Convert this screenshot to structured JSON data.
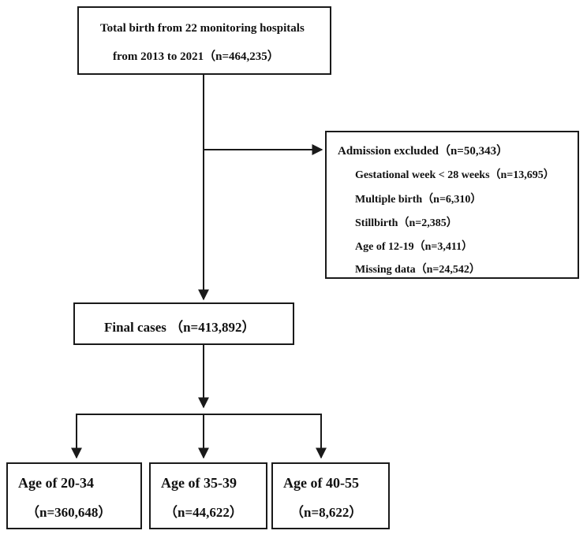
{
  "total": {
    "line1": "Total birth from 22 monitoring hospitals",
    "line2": "from 2013 to 2021（n=464,235）"
  },
  "excluded": {
    "title": "Admission excluded（n=50,343）",
    "items": [
      "Gestational week < 28 weeks（n=13,695）",
      "Multiple birth（n=6,310）",
      "Stillbirth（n=2,385）",
      "Age of 12-19（n=3,411）",
      "Missing data（n=24,542）"
    ]
  },
  "final": {
    "label": "Final cases （n=413,892）"
  },
  "groups": [
    {
      "label": "Age of 20-34",
      "count": "（n=360,648）"
    },
    {
      "label": "Age of 35-39",
      "count": "（n=44,622）"
    },
    {
      "label": "Age of 40-55",
      "count": "（n=8,622）"
    }
  ],
  "colors": {
    "line": "#1a1a1a",
    "text": "#111111"
  }
}
